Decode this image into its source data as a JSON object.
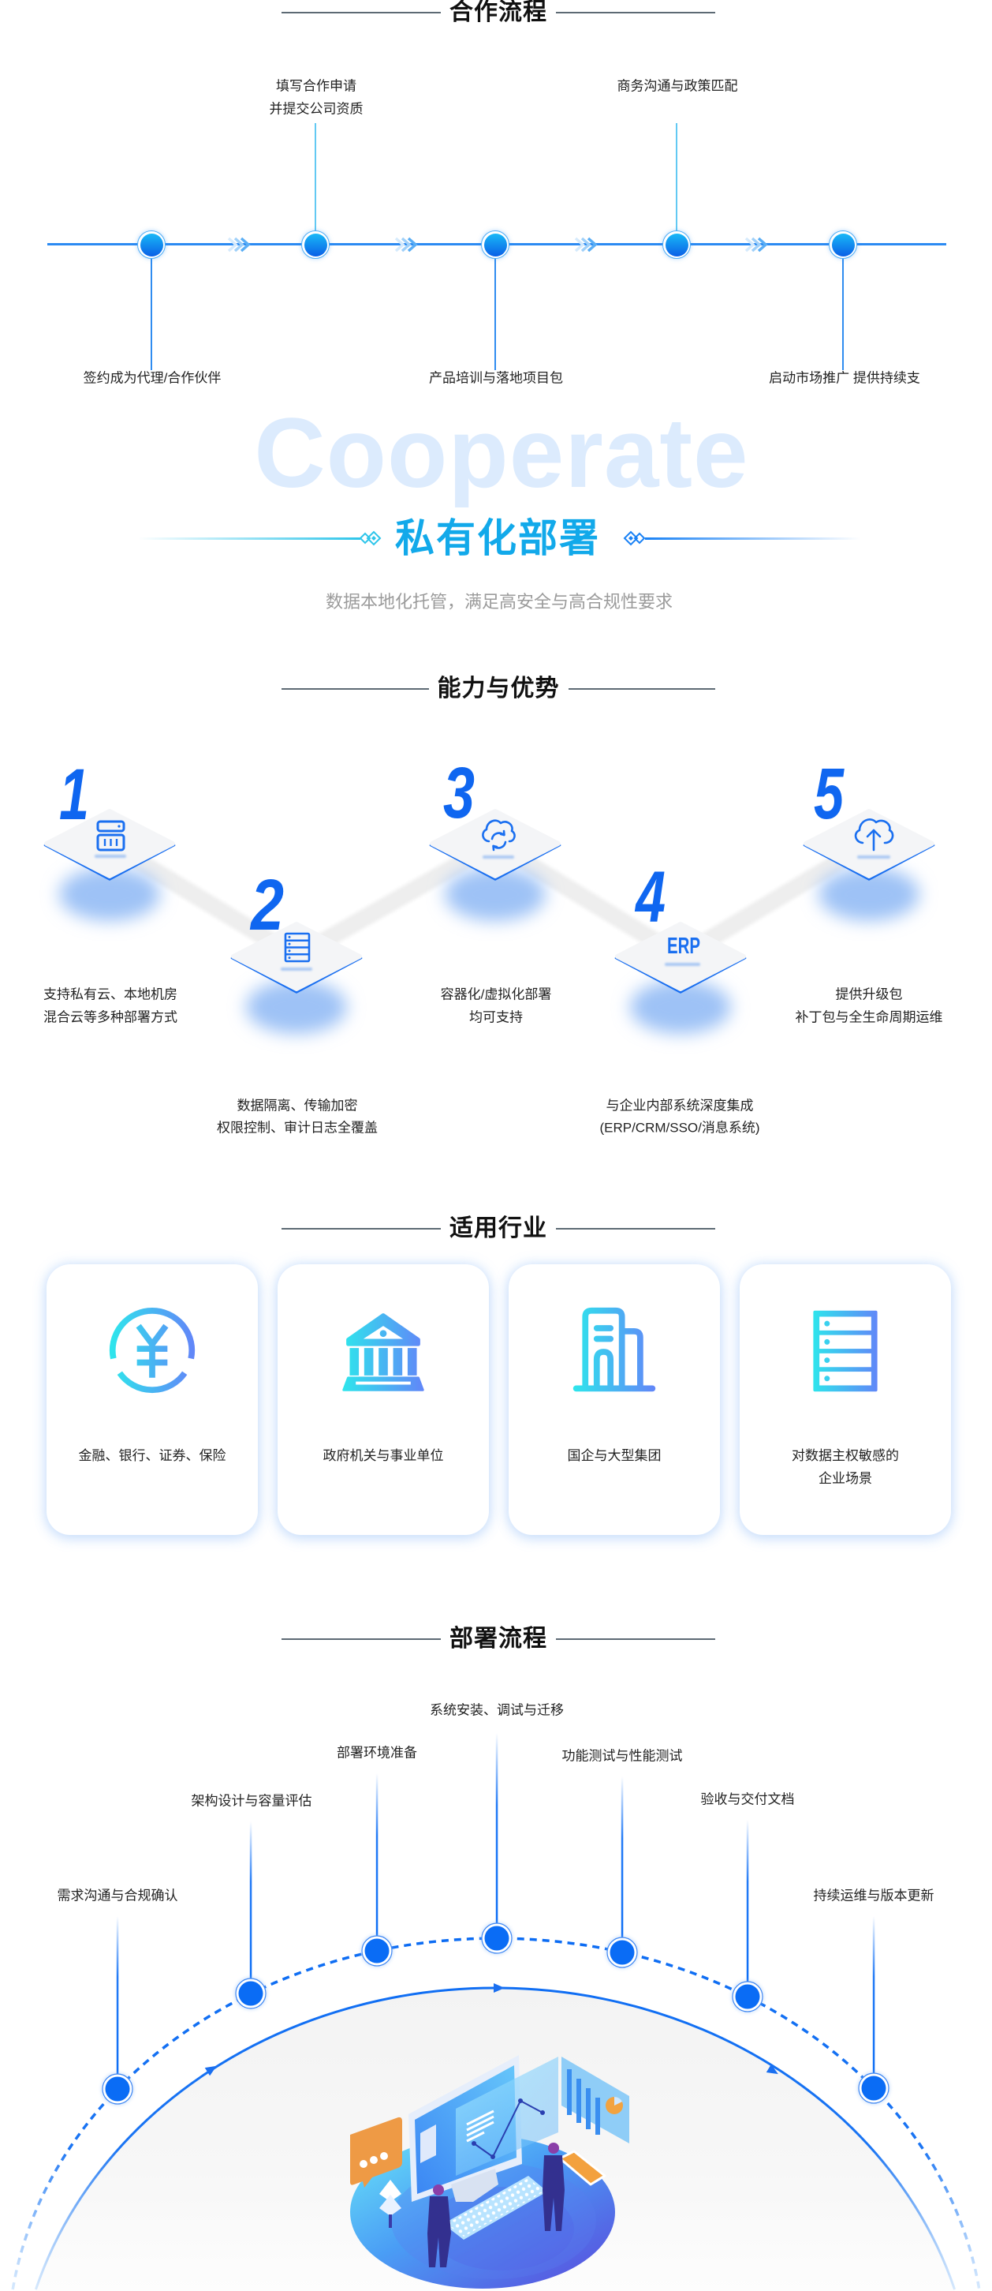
{
  "colors": {
    "accent": "#0a6cf5",
    "title_cyan": "#12a9ea",
    "watermark": "#dcebfd",
    "icon_gradient_start": "#2fe4ec",
    "icon_gradient_end": "#6187f8",
    "illustration_orange": "#f2a040"
  },
  "cooperation_process": {
    "title": "合作流程",
    "steps": [
      {
        "lines": [
          "签约成为代理/合作伙伴"
        ]
      },
      {
        "lines": [
          "填写合作申请",
          "并提交公司资质"
        ]
      },
      {
        "lines": [
          "产品培训与落地项目包"
        ]
      },
      {
        "lines": [
          "商务沟通与政策匹配"
        ]
      },
      {
        "lines": [
          "启动市场推广 提供持续支"
        ]
      }
    ]
  },
  "private_deployment": {
    "watermark": "Cooperate",
    "title": "私有化部署",
    "subtitle": "数据本地化托管，满足高安全与高合规性要求"
  },
  "capabilities": {
    "title": "能力与优势",
    "items": [
      {
        "number": "1",
        "icon": "server-icon",
        "lines": [
          "支持私有云、本地机房",
          "混合云等多种部署方式"
        ]
      },
      {
        "number": "2",
        "icon": "server-rack-icon",
        "lines": [
          "数据隔离、传输加密",
          "权限控制、审计日志全覆盖"
        ]
      },
      {
        "number": "3",
        "icon": "cloud-sync-icon",
        "lines": [
          "容器化/虚拟化部署",
          "均可支持"
        ]
      },
      {
        "number": "4",
        "icon": "erp-icon",
        "icon_text": "ERP",
        "lines": [
          "与企业内部系统深度集成",
          "(ERP/CRM/SSO/消息系统)"
        ]
      },
      {
        "number": "5",
        "icon": "cloud-upload-icon",
        "lines": [
          "提供升级包",
          "补丁包与全生命周期运维"
        ]
      }
    ]
  },
  "industries": {
    "title": "适用行业",
    "cards": [
      {
        "icon": "yen-coin-icon",
        "lines": [
          "金融、银行、证券、保险"
        ]
      },
      {
        "icon": "bank-building-icon",
        "lines": [
          "政府机关与事业单位"
        ]
      },
      {
        "icon": "office-building-icon",
        "lines": [
          "国企与大型集团"
        ]
      },
      {
        "icon": "server-rack-icon",
        "lines": [
          "对数据主权敏感的",
          "企业场景"
        ]
      }
    ]
  },
  "deployment_process": {
    "title": "部署流程",
    "steps": [
      "需求沟通与合规确认",
      "架构设计与容量评估",
      "部署环境准备",
      "系统安装、调试与迁移",
      "功能测试与性能测试",
      "验收与交付文档",
      "持续运维与版本更新"
    ]
  }
}
